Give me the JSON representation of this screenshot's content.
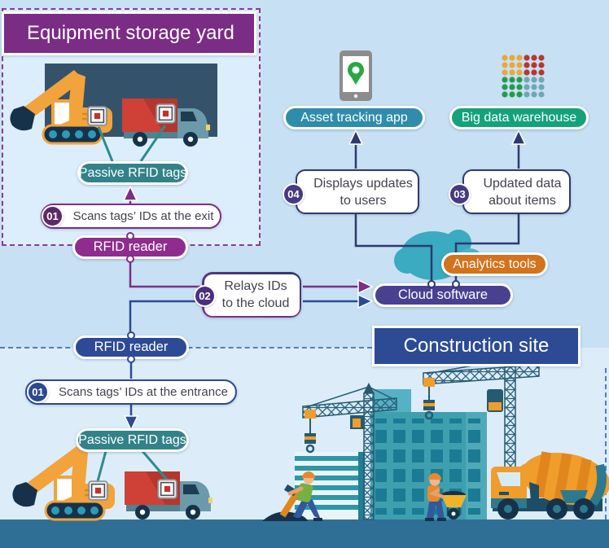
{
  "storage_yard": {
    "title": "Equipment storage yard",
    "tags_label": "Passive RFID tags",
    "step_number": "01",
    "step_text": "Scans tags’ IDs at the exit",
    "reader_label": "RFID reader"
  },
  "relay": {
    "step_number": "02",
    "step_line1": "Relays IDs",
    "step_line2": "to the cloud"
  },
  "tracking_app": {
    "label": "Asset tracking app",
    "step_number": "04",
    "step_line1": "Displays updates",
    "step_line2": "to users"
  },
  "warehouse": {
    "label": "Big data warehouse",
    "step_number": "03",
    "step_line1": "Updated data",
    "step_line2": "about items"
  },
  "cloud_platform": {
    "analytics_label": "Analytics tools",
    "software_label": "Cloud software"
  },
  "entrance": {
    "reader_label": "RFID reader",
    "step_number": "01",
    "step_text": "Scans tags’ IDs at the entrance",
    "tags_label": "Passive RFID tags"
  },
  "construction_site": {
    "title": "Construction site"
  },
  "colors": {
    "background": "#c7e0f3",
    "zone_background": "#dceefb",
    "storage_header": "#7b2c84",
    "construction_header": "#2c4b94",
    "rfid_reader_top": "#8e2d8e",
    "rfid_reader_bottom": "#2c4a96",
    "passive_tags": "#338289",
    "asset_tracking_app": "#2f8cab",
    "big_data_warehouse": "#14a27b",
    "analytics_tools": "#d3731d",
    "cloud_software": "#4a4090",
    "cloud_icon": "#3aabc0",
    "ground": "#2f6f96",
    "purple_line": "#7b2f85",
    "navy_line": "#2e3a6e",
    "blue_line": "#2c4a96",
    "teal_line": "#2e8b8b"
  }
}
